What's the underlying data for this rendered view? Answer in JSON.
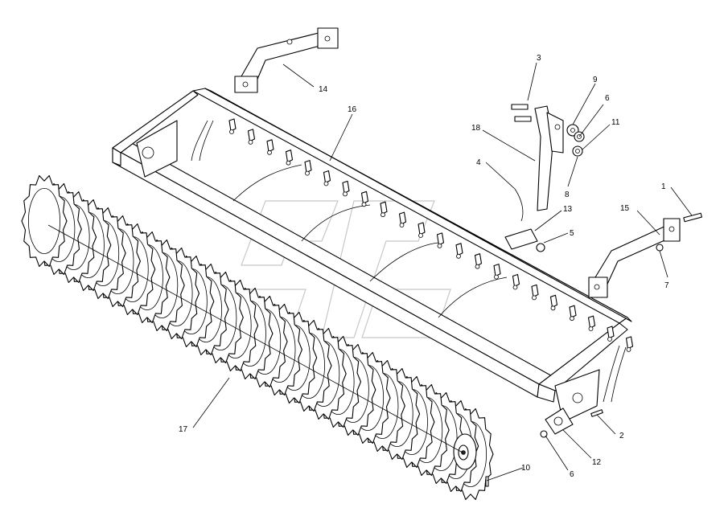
{
  "diagram": {
    "callouts": [
      {
        "id": "c1",
        "text": "1"
      },
      {
        "id": "c2",
        "text": "2"
      },
      {
        "id": "c3",
        "text": "3"
      },
      {
        "id": "c4",
        "text": "4"
      },
      {
        "id": "c5",
        "text": "5"
      },
      {
        "id": "c6a",
        "text": "6"
      },
      {
        "id": "c6b",
        "text": "6"
      },
      {
        "id": "c7",
        "text": "7"
      },
      {
        "id": "c8",
        "text": "8"
      },
      {
        "id": "c9",
        "text": "9"
      },
      {
        "id": "c10",
        "text": "10"
      },
      {
        "id": "c11",
        "text": "11"
      },
      {
        "id": "c12",
        "text": "12"
      },
      {
        "id": "c13",
        "text": "13"
      },
      {
        "id": "c14",
        "text": "14"
      },
      {
        "id": "c15",
        "text": "15"
      },
      {
        "id": "c16",
        "text": "16"
      },
      {
        "id": "c17",
        "text": "17"
      },
      {
        "id": "c18",
        "text": "18"
      }
    ]
  },
  "colors": {
    "line": "#000000",
    "background": "#ffffff",
    "watermark": "#9a9a9a"
  }
}
